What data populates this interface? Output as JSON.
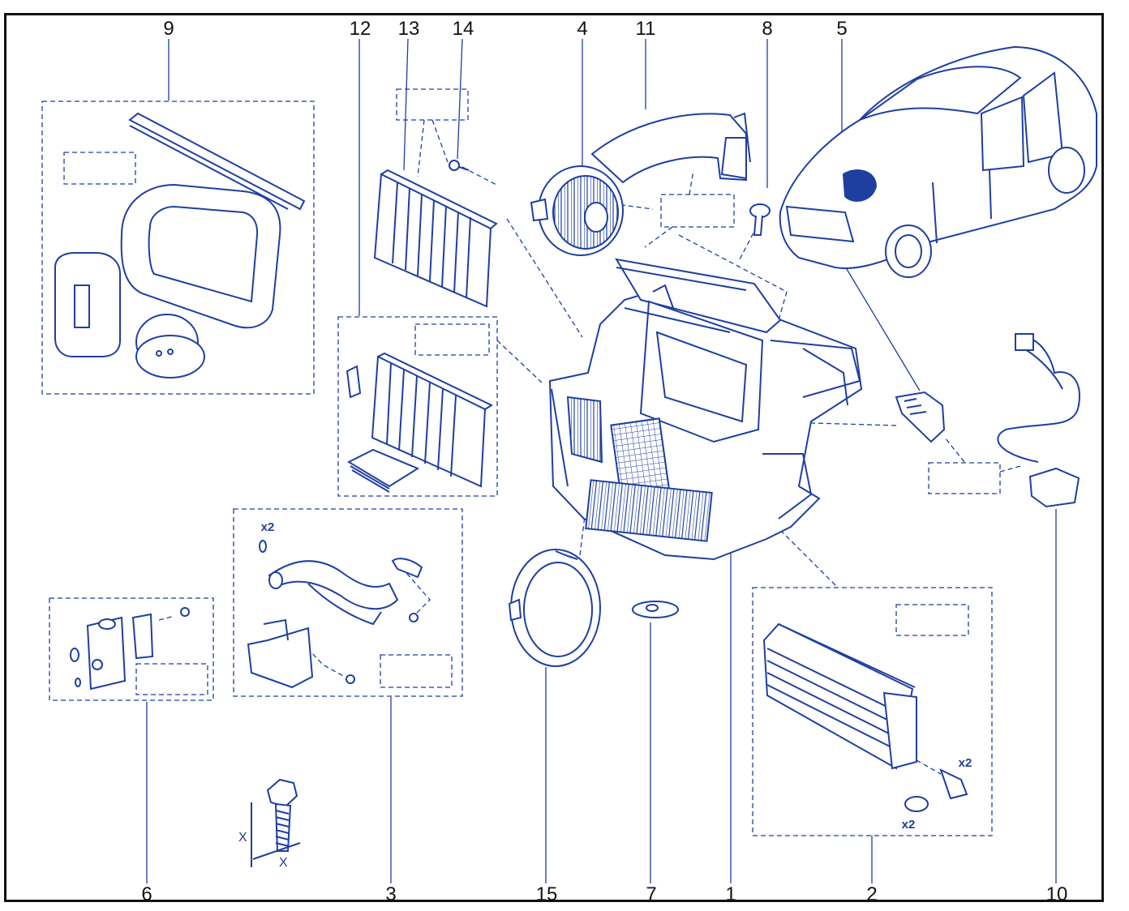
{
  "diagram": {
    "callouts": [
      {
        "id": "c9",
        "text": "9"
      },
      {
        "id": "c12",
        "text": "12"
      },
      {
        "id": "c13",
        "text": "13"
      },
      {
        "id": "c14",
        "text": "14"
      },
      {
        "id": "c4",
        "text": "4"
      },
      {
        "id": "c11",
        "text": "11"
      },
      {
        "id": "c8",
        "text": "8"
      },
      {
        "id": "c5",
        "text": "5"
      },
      {
        "id": "c6",
        "text": "6"
      },
      {
        "id": "c3",
        "text": "3"
      },
      {
        "id": "c15",
        "text": "15"
      },
      {
        "id": "c7",
        "text": "7"
      },
      {
        "id": "c1",
        "text": "1"
      },
      {
        "id": "c2",
        "text": "2"
      },
      {
        "id": "c10",
        "text": "10"
      }
    ],
    "quantity_labels": {
      "pipe_seals": "x2",
      "heater_screws": "x2",
      "heater_seals": "x2"
    },
    "dimension_labels": {
      "height": "X",
      "width": "X"
    },
    "colors": {
      "line": "#1f3fa0",
      "frame": "#111111",
      "text": "#111111"
    }
  }
}
